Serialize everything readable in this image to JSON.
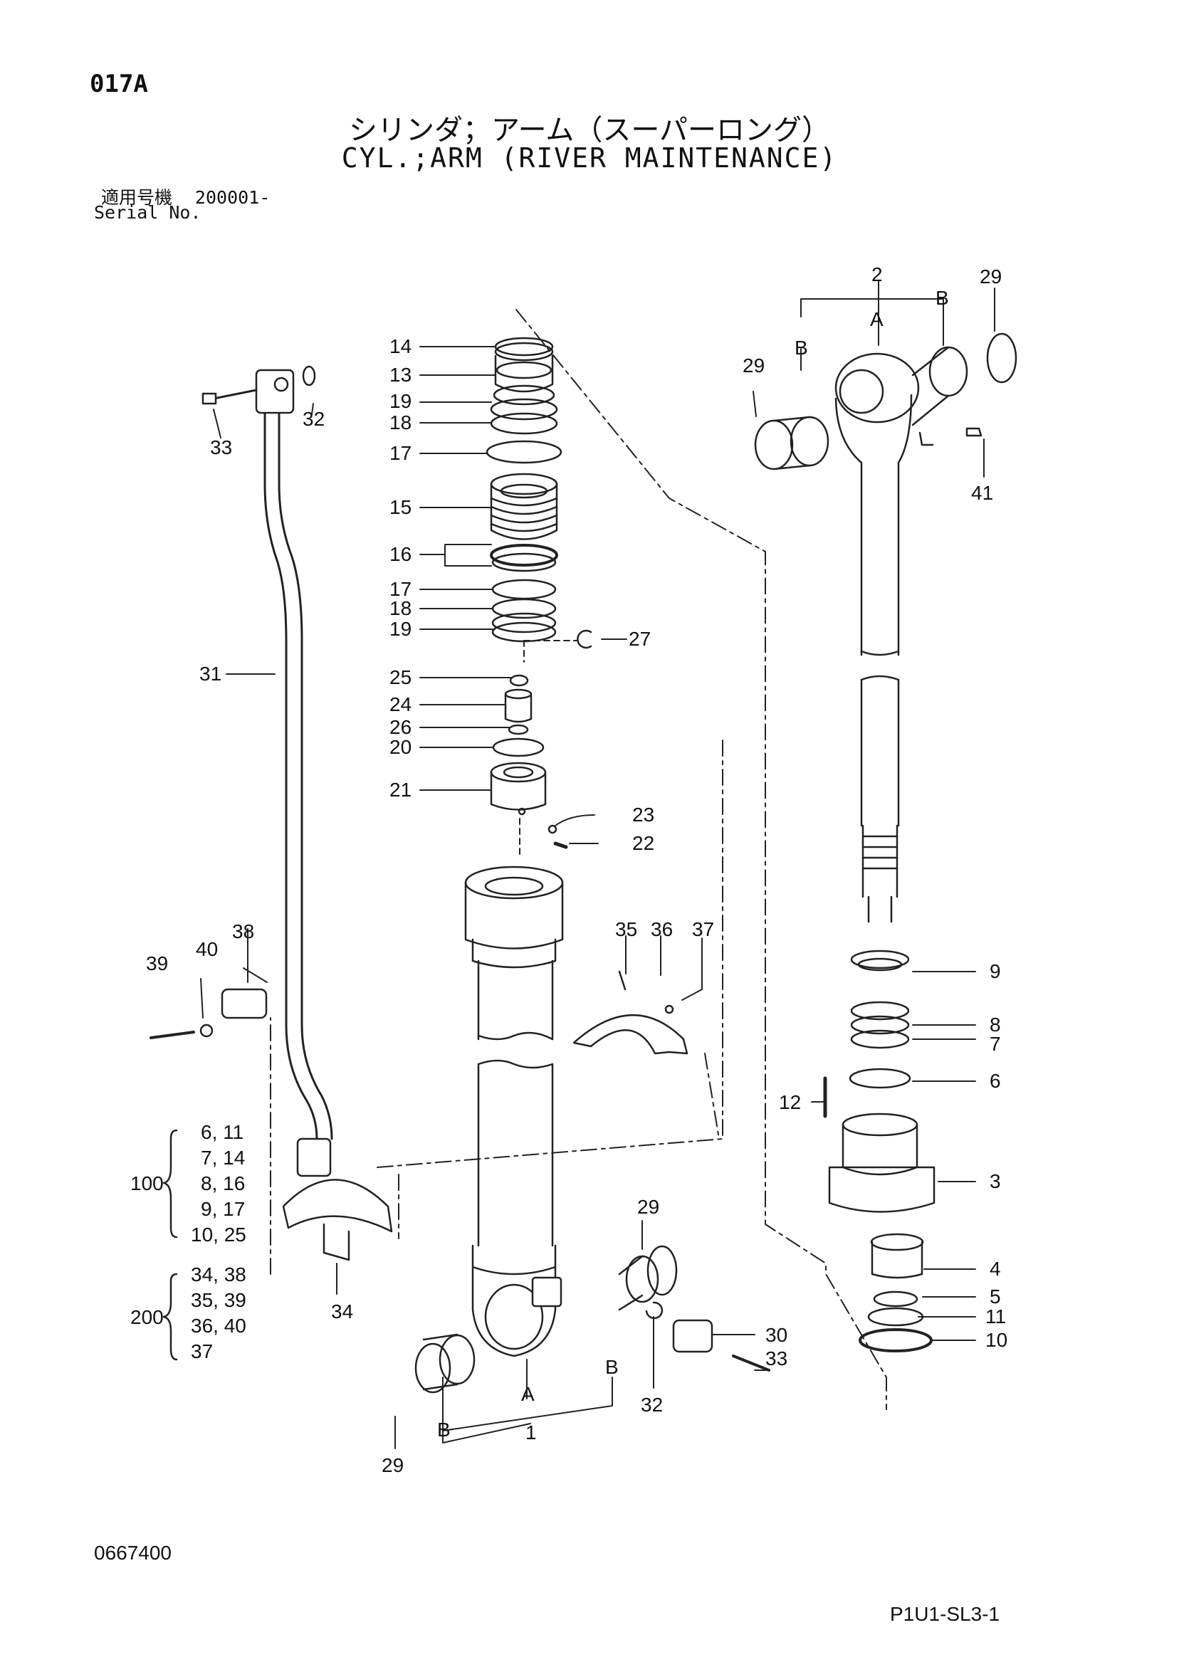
{
  "header": {
    "page_code": "017A",
    "title_jp": "シリンダ；アーム（スーパーロング）",
    "title_en": "CYL.;ARM (RIVER MAINTENANCE)",
    "serial_label_jp": "適用号機",
    "serial_value": "200001-",
    "serial_label_en": "Serial No."
  },
  "footer": {
    "doc_number": "0667400",
    "sheet_code": "P1U1-SL3-1"
  },
  "callouts": {
    "c14": "14",
    "c13": "13",
    "c19a": "19",
    "c18a": "18",
    "c17a": "17",
    "c15": "15",
    "c16": "16",
    "c17b": "17",
    "c18b": "18",
    "c19b": "19",
    "c27": "27",
    "c25": "25",
    "c24": "24",
    "c26": "26",
    "c20": "20",
    "c21": "21",
    "c23": "23",
    "c22": "22",
    "c31": "31",
    "c33a": "33",
    "c32a": "32",
    "c2": "2",
    "c29a": "29",
    "c29b": "29",
    "c41": "41",
    "c9": "9",
    "c8": "8",
    "c7": "7",
    "c6": "6",
    "c12": "12",
    "c3": "3",
    "c4": "4",
    "c5": "5",
    "c11": "11",
    "c10": "10",
    "c35": "35",
    "c36": "36",
    "c37": "37",
    "c38": "38",
    "c39": "39",
    "c40": "40",
    "c34": "34",
    "c29c": "29",
    "c30": "30",
    "c33b": "33",
    "c32b": "32",
    "c1": "1",
    "c29d": "29",
    "A_top": "A",
    "B_top_left": "B",
    "B_top_right": "B",
    "A_bottom": "A",
    "B_bottom_left": "B",
    "B_bottom_right": "B"
  },
  "kits": {
    "kit_100": {
      "label": "100",
      "items": [
        "6, 11",
        "7, 14",
        "8, 16",
        "9, 17",
        "10, 25"
      ]
    },
    "kit_200": {
      "label": "200",
      "items": [
        "34, 38",
        "35, 39",
        "36, 40",
        "37"
      ]
    }
  }
}
